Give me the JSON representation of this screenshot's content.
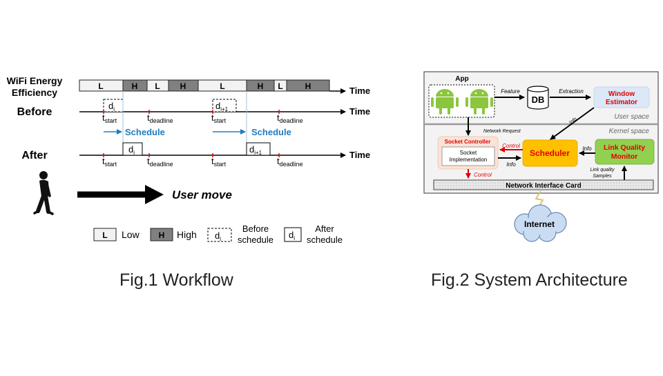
{
  "fig1": {
    "row_labels": {
      "wifi_line1": "WiFi Energy",
      "wifi_line2": "Efficiency",
      "before": "Before",
      "after": "After"
    },
    "time_label": "Time",
    "efficiency_blocks": [
      "L",
      "H",
      "L",
      "H",
      "L",
      "H",
      "L",
      "H"
    ],
    "tasks": {
      "d_base": "d",
      "sub_i": "i",
      "sub_i1": "i+1"
    },
    "times": {
      "t": "t",
      "start": "start",
      "deadline": "deadline"
    },
    "schedule_label": "Schedule",
    "user_move": "User move",
    "legend": {
      "low_box": "L",
      "low": "Low",
      "high_box": "H",
      "high": "High",
      "before_line1": "Before",
      "before_line2": "schedule",
      "after_line1": "After",
      "after_line2": "schedule"
    },
    "caption": "Fig.1 Workflow"
  },
  "fig2": {
    "app": "App",
    "feature": "Feature",
    "db": "DB",
    "extraction": "Extraction",
    "window_estimator_line1": "Window",
    "window_estimator_line2": "Estimator",
    "user_space": "User space",
    "kernel_space": "Kernel space",
    "network_request": "Network Request",
    "info": "Info",
    "socket_controller": "Socket Controller",
    "socket_impl_line1": "Socket",
    "socket_impl_line2": "Implementation",
    "control": "Control",
    "scheduler": "Scheduler",
    "link_quality_line1": "Link Quality",
    "link_quality_line2": "Monitor",
    "link_samples_line1": "Link quality",
    "link_samples_line2": "Samples",
    "nic": "Network Interface Card",
    "internet": "Internet",
    "caption": "Fig.2 System Architecture",
    "colors": {
      "red": "#e00000",
      "orange": "#ffc000",
      "green": "#92d050",
      "android": "#8cc63f",
      "blue": "#1f7bc0"
    }
  }
}
